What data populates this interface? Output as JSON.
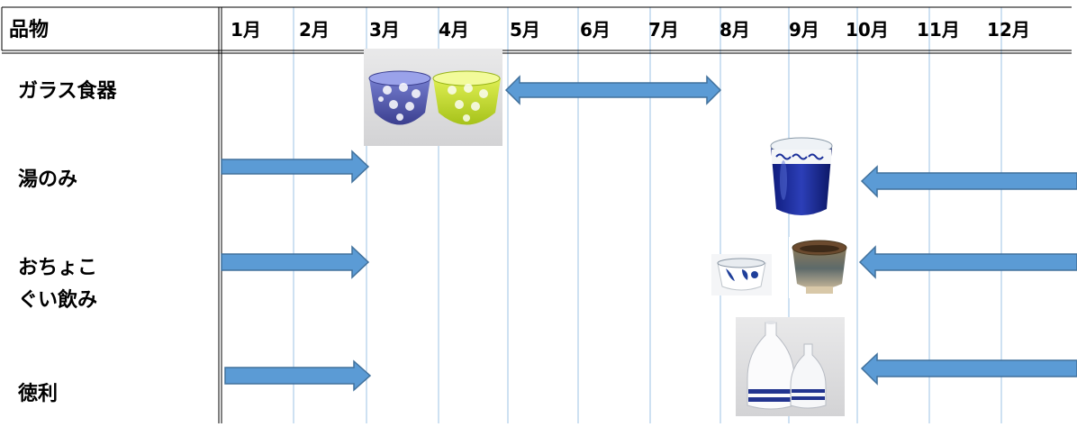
{
  "header": {
    "item_label": "品物",
    "months": [
      "1月",
      "2月",
      "3月",
      "4月",
      "5月",
      "6月",
      "7月",
      "8月",
      "9月",
      "10月",
      "11月",
      "12月"
    ]
  },
  "rows": [
    {
      "label_lines": [
        "ガラス食器"
      ]
    },
    {
      "label_lines": [
        "湯のみ"
      ]
    },
    {
      "label_lines": [
        "おちょこ",
        "ぐい飲み"
      ]
    },
    {
      "label_lines": [
        "徳利"
      ]
    }
  ],
  "colors": {
    "arrow_fill": "#5b9bd5",
    "arrow_stroke": "#41719c",
    "month_line": "#9dc3e6",
    "border": "#000000"
  },
  "icons": [
    "glass-bowls-photo",
    "blue-teacup-photo",
    "sake-cups-photo",
    "tokkuri-photo"
  ]
}
